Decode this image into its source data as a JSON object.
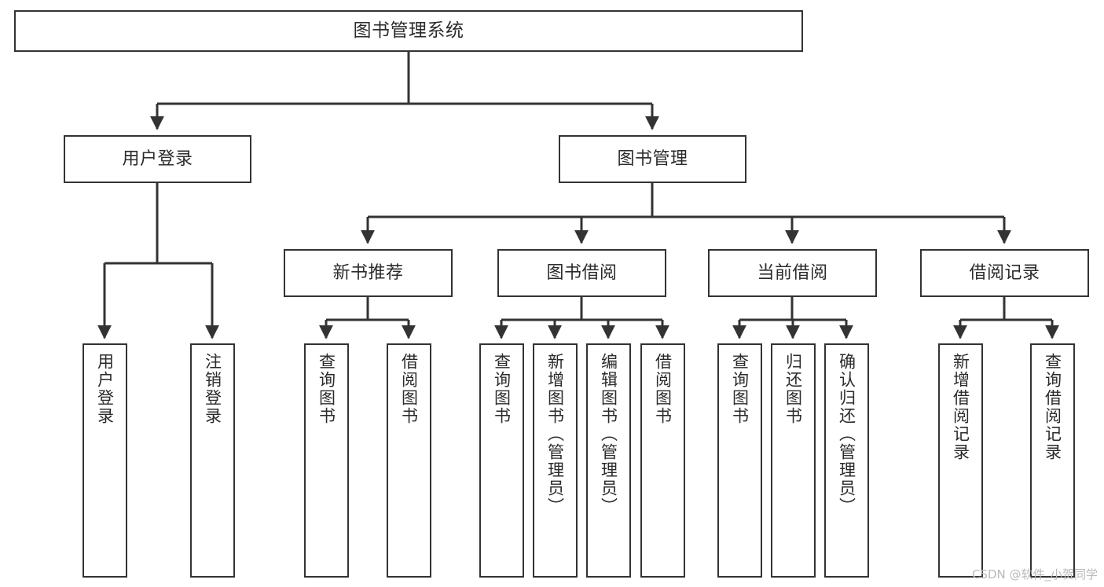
{
  "diagram": {
    "title": "图书管理系统",
    "type": "tree-hierarchy",
    "colors": {
      "node_border": "#333333",
      "node_fill": "#ffffff",
      "edge": "#333333",
      "text": "#2b2b2b",
      "watermark": "#b9b9b9"
    },
    "levels": {
      "root": "图书管理系统",
      "level1": [
        "用户登录",
        "图书管理"
      ],
      "level2": [
        "新书推荐",
        "图书借阅",
        "当前借阅",
        "借阅记录"
      ]
    },
    "nodes": {
      "root": {
        "label": "图书管理系统"
      },
      "user_login": {
        "label": "用户登录"
      },
      "book_manage": {
        "label": "图书管理"
      },
      "new_book_rec": {
        "label": "新书推荐"
      },
      "book_borrow": {
        "label": "图书借阅"
      },
      "current_borrow": {
        "label": "当前借阅"
      },
      "borrow_record": {
        "label": "借阅记录"
      },
      "leaf_user_login": {
        "label": "用户登录"
      },
      "leaf_user_logout": {
        "label": "注销登录"
      },
      "leaf_rec_query": {
        "label": "查询图书"
      },
      "leaf_rec_borrow": {
        "label": "借阅图书"
      },
      "leaf_borrow_query": {
        "label": "查询图书"
      },
      "leaf_borrow_add": {
        "label": "新增图书（管理员）"
      },
      "leaf_borrow_edit": {
        "label": "编辑图书（管理员）"
      },
      "leaf_borrow_do": {
        "label": "借阅图书"
      },
      "leaf_cur_query": {
        "label": "查询图书"
      },
      "leaf_cur_return": {
        "label": "归还图书"
      },
      "leaf_cur_confirm": {
        "label": "确认归还（管理员）"
      },
      "leaf_rec_add": {
        "label": "新增借阅记录"
      },
      "leaf_rec_search": {
        "label": "查询借阅记录"
      }
    },
    "edges": [
      {
        "from": "root",
        "to": "user_login"
      },
      {
        "from": "root",
        "to": "book_manage"
      },
      {
        "from": "user_login",
        "to": "leaf_user_login"
      },
      {
        "from": "user_login",
        "to": "leaf_user_logout"
      },
      {
        "from": "book_manage",
        "to": "new_book_rec"
      },
      {
        "from": "book_manage",
        "to": "book_borrow"
      },
      {
        "from": "book_manage",
        "to": "current_borrow"
      },
      {
        "from": "book_manage",
        "to": "borrow_record"
      },
      {
        "from": "new_book_rec",
        "to": "leaf_rec_query"
      },
      {
        "from": "new_book_rec",
        "to": "leaf_rec_borrow"
      },
      {
        "from": "book_borrow",
        "to": "leaf_borrow_query"
      },
      {
        "from": "book_borrow",
        "to": "leaf_borrow_add"
      },
      {
        "from": "book_borrow",
        "to": "leaf_borrow_edit"
      },
      {
        "from": "book_borrow",
        "to": "leaf_borrow_do"
      },
      {
        "from": "current_borrow",
        "to": "leaf_cur_query"
      },
      {
        "from": "current_borrow",
        "to": "leaf_cur_return"
      },
      {
        "from": "current_borrow",
        "to": "leaf_cur_confirm"
      },
      {
        "from": "borrow_record",
        "to": "leaf_rec_add"
      },
      {
        "from": "borrow_record",
        "to": "leaf_rec_search"
      }
    ]
  },
  "watermark": {
    "text": "CSDN @软件_小贺同学"
  }
}
